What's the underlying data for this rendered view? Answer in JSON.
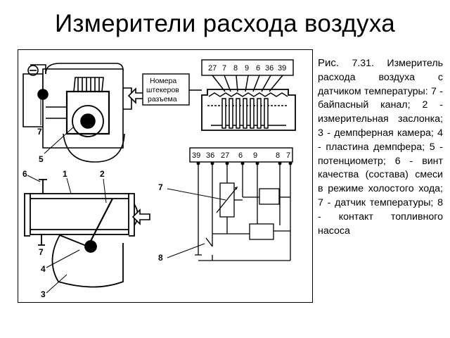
{
  "slide": {
    "title": "Измерители расхода воздуха",
    "caption_lead": "Рис.",
    "caption_body": " 7.31. Измеритель расхода воздуха с датчиком температуры: 7 - байпасный канал; 2 - измерительная заслонка; 3 - демпферная камера; 4 - пластина демпфера; 5 - потенциометр; 6 - винт качества (состава) смеси в режиме холостого хода; 7 - датчик температуры; 8 - контакт топливного насоса"
  },
  "figure": {
    "connector_box_line1": "Номера",
    "connector_box_line2": "штекеров",
    "connector_box_line3": "разъема",
    "top_pins": [
      "27",
      "7",
      "8",
      "9",
      "6",
      "36",
      "39"
    ],
    "bottom_pins": [
      "39",
      "36",
      "27",
      "6",
      "9",
      "8",
      "7"
    ],
    "callouts": {
      "c7_top": "7",
      "c5": "5",
      "c6": "6",
      "c1": "1",
      "c2": "2",
      "c7_bottom": "7",
      "c4": "4",
      "c3": "3",
      "c7_schematic": "7",
      "c8": "8"
    }
  }
}
